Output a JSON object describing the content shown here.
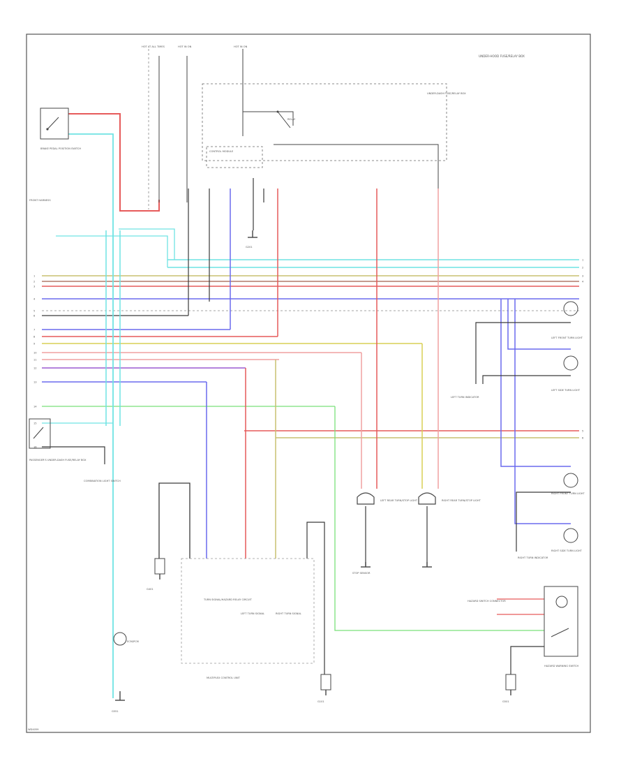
{
  "diagram": {
    "title": "Turn Signal / Hazard Warning Wiring Diagram (2 of 2)",
    "page_code": "WD4059",
    "left_connector_pins": [
      "1",
      "2",
      "3",
      "4",
      "5",
      "6",
      "7",
      "8",
      "9",
      "10",
      "11",
      "12",
      "13",
      "14",
      "15",
      "16"
    ],
    "right_connector_pins": [
      "1",
      "2",
      "3",
      "4",
      "5",
      "6"
    ],
    "labels": {
      "fuse_a": "HOT AT ALL TIMES",
      "fuse_b": "HOT IN ON",
      "fuse_c": "HOT IN ON",
      "underhood_box": "UNDER-HOOD FUSE/RELAY BOX",
      "dash_box": "UNDER-DASH FUSE/RELAY BOX",
      "brake_pedal_switch": "BRAKE PEDAL POSITION SWITCH",
      "front_harness": "FRONT HARNESS",
      "control_module": "CONTROL MODULE",
      "relay_box": "RELAY",
      "left_front_turn": "LEFT FRONT TURN LIGHT",
      "left_side_turn": "LEFT SIDE TURN LIGHT",
      "left_turn_indicator": "LEFT TURN INDICATOR",
      "left_rear_turn": "LEFT REAR TURN/STOP LIGHT",
      "right_rear_turn": "RIGHT REAR TURN/STOP LIGHT",
      "right_front_turn": "RIGHT FRONT TURN LIGHT",
      "right_side_turn": "RIGHT SIDE TURN LIGHT",
      "right_turn_indicator": "RIGHT TURN INDICATOR",
      "hazard_switch": "HAZARD WARNING SWITCH",
      "hazard_connector": "HAZARD SWITCH CONNECTOR",
      "passenger_dash": "PASSENGER'S UNDER-DASH FUSE/RELAY BOX",
      "ground_a": "G201",
      "ground_b": "G401",
      "ground_c": "G101",
      "ground_d": "G501",
      "ground_e": "G551",
      "multiplex": "TURN SIGNAL/HAZARD RELAY CIRCUIT",
      "multiplex_sub": "MULTIPLEX CONTROL UNIT",
      "combination": "COMBINATION LIGHT SWITCH",
      "mcu_left": "LEFT TURN SIGNAL",
      "mcu_right": "RIGHT TURN SIGNAL",
      "ecm": "ECM/PCM",
      "stop_sensor": "STOP SENSOR"
    },
    "wire_colors": {
      "red": "#e65a5a",
      "cyan": "#6fe3e3",
      "blue": "#6a6aee",
      "yellow": "#d9cf55",
      "pink": "#f0a0a0",
      "green": "#79e079",
      "purple": "#9a5ad0",
      "black": "#3a3a3a",
      "olive": "#c8c070",
      "brown": "#b07a6a"
    }
  }
}
